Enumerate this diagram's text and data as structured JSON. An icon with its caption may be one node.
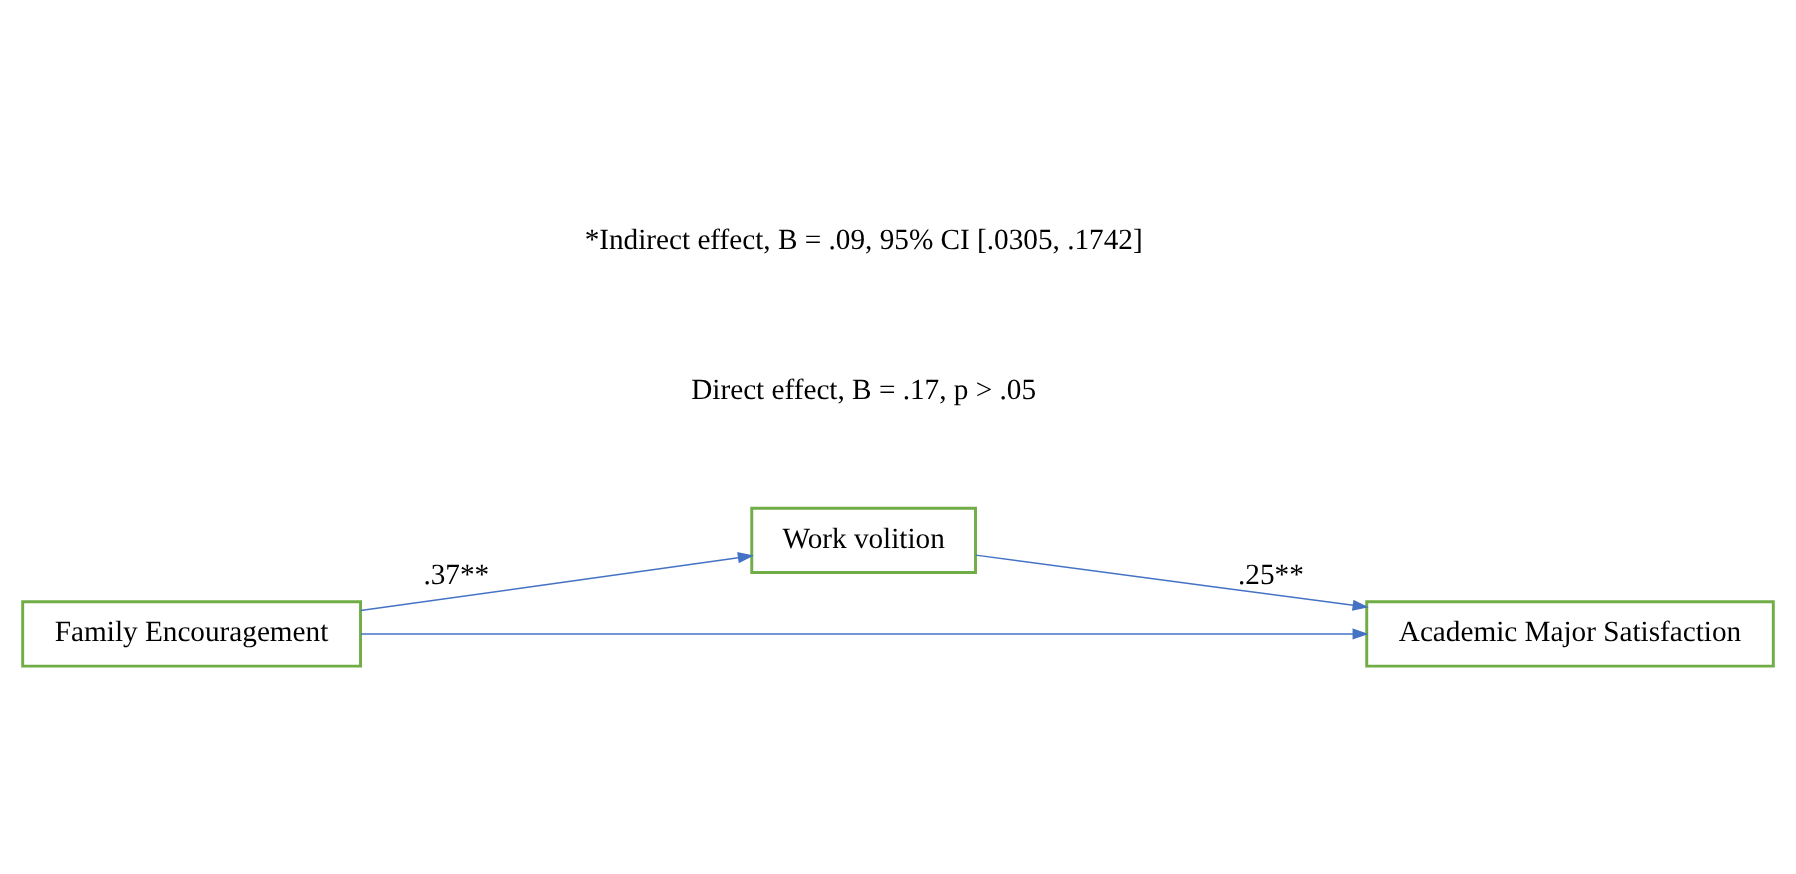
{
  "diagram": {
    "nodes": [
      {
        "text": [
          "Family Encouragement"
        ]
      },
      {
        "text": [
          "Work volition"
        ]
      },
      {
        "text": [
          "Academic Major Satisfaction"
        ]
      }
    ],
    "edges": [
      {
        "from": 0,
        "to": 1,
        "arrow": "to",
        "label": ".37**"
      },
      {
        "from": 1,
        "to": 2,
        "arrow": "to",
        "label": ".25**"
      },
      {
        "from": 0,
        "to": 2,
        "arrow": "to"
      }
    ],
    "labels": [
      "Direct effect, B = .17, p > .05",
      "*Indirect effect, B = .09, 95% CI [.0305, .1742]"
    ]
  }
}
